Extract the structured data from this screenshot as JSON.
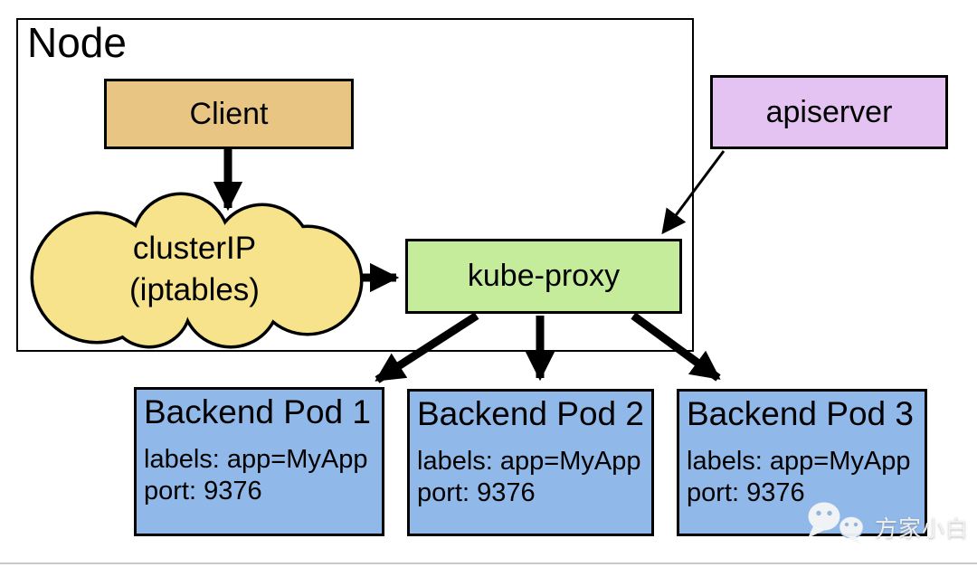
{
  "diagram": {
    "node": {
      "label": "Node"
    },
    "client": {
      "label": "Client"
    },
    "cluster_ip_cloud": {
      "line1": "clusterIP",
      "line2": "(iptables)"
    },
    "kube_proxy": {
      "label": "kube-proxy"
    },
    "apiserver": {
      "label": "apiserver"
    },
    "pods": [
      {
        "title": "Backend Pod 1",
        "labels_line": "labels: app=MyApp",
        "port_line": "port: 9376"
      },
      {
        "title": "Backend Pod 2",
        "labels_line": "labels: app=MyApp",
        "port_line": "port: 9376"
      },
      {
        "title": "Backend Pod 3",
        "labels_line": "labels: app=MyApp",
        "port_line": "port: 9376"
      }
    ],
    "edges": [
      {
        "from": "client",
        "to": "cluster-ip-cloud",
        "style": "thick"
      },
      {
        "from": "cluster-ip-cloud",
        "to": "kube-proxy",
        "style": "thick"
      },
      {
        "from": "apiserver",
        "to": "kube-proxy",
        "style": "thin"
      },
      {
        "from": "kube-proxy",
        "to": "backend-pod-1",
        "style": "thick"
      },
      {
        "from": "kube-proxy",
        "to": "backend-pod-2",
        "style": "thick"
      },
      {
        "from": "kube-proxy",
        "to": "backend-pod-3",
        "style": "thick"
      }
    ]
  },
  "watermark": {
    "text": "方家小白",
    "icon": "wechat-icon"
  },
  "colors": {
    "client_fill": "#e9c583",
    "cloud_fill": "#f6e38b",
    "kube_proxy_fill": "#c5ec9b",
    "apiserver_fill": "#e4c2f2",
    "pod_fill": "#90b8e8",
    "outline": "#000000",
    "divider": "#c9c9c9"
  }
}
